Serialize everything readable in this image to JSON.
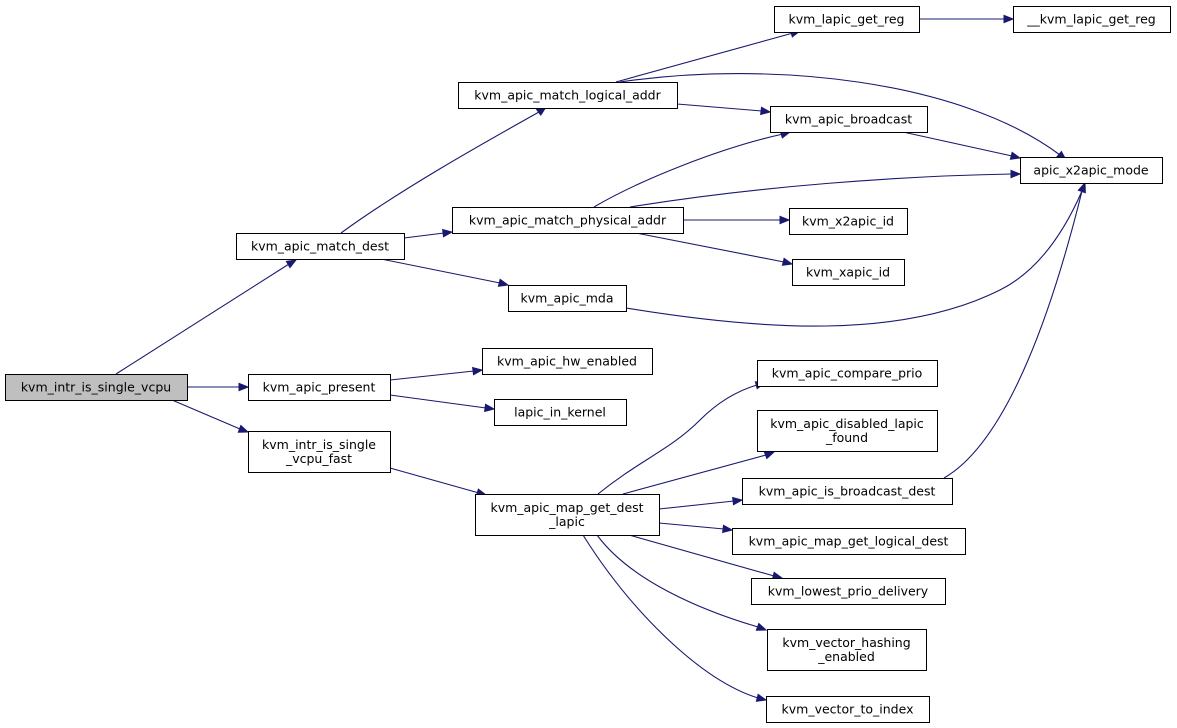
{
  "diagram": {
    "type": "call-graph",
    "root": "kvm_intr_is_single_vcpu",
    "colors": {
      "edge": "#191970",
      "node_fill": "#ffffff",
      "root_fill": "#bfbfbf",
      "node_border": "#000000"
    },
    "nodes": [
      {
        "id": "root",
        "lines": [
          "kvm_intr_is_single_vcpu"
        ],
        "root": true
      },
      {
        "id": "match_dest",
        "lines": [
          "kvm_apic_match_dest"
        ]
      },
      {
        "id": "present",
        "lines": [
          "kvm_apic_present"
        ]
      },
      {
        "id": "single_fast",
        "lines": [
          "kvm_intr_is_single",
          "_vcpu_fast"
        ]
      },
      {
        "id": "match_logical",
        "lines": [
          "kvm_apic_match_logical_addr"
        ]
      },
      {
        "id": "match_physical",
        "lines": [
          "kvm_apic_match_physical_addr"
        ]
      },
      {
        "id": "mda",
        "lines": [
          "kvm_apic_mda"
        ]
      },
      {
        "id": "hw_enabled",
        "lines": [
          "kvm_apic_hw_enabled"
        ]
      },
      {
        "id": "lapic_in_kernel",
        "lines": [
          "lapic_in_kernel"
        ]
      },
      {
        "id": "map_get_dest",
        "lines": [
          "kvm_apic_map_get_dest",
          "_lapic"
        ]
      },
      {
        "id": "lapic_get_reg",
        "lines": [
          "kvm_lapic_get_reg"
        ]
      },
      {
        "id": "__lapic_get_reg",
        "lines": [
          "__kvm_lapic_get_reg"
        ]
      },
      {
        "id": "broadcast",
        "lines": [
          "kvm_apic_broadcast"
        ]
      },
      {
        "id": "x2apic_mode",
        "lines": [
          "apic_x2apic_mode"
        ]
      },
      {
        "id": "x2apic_id",
        "lines": [
          "kvm_x2apic_id"
        ]
      },
      {
        "id": "xapic_id",
        "lines": [
          "kvm_xapic_id"
        ]
      },
      {
        "id": "compare_prio",
        "lines": [
          "kvm_apic_compare_prio"
        ]
      },
      {
        "id": "disabled_lapic",
        "lines": [
          "kvm_apic_disabled_lapic",
          "_found"
        ]
      },
      {
        "id": "is_broadcast_dest",
        "lines": [
          "kvm_apic_is_broadcast_dest"
        ]
      },
      {
        "id": "map_logical_dest",
        "lines": [
          "kvm_apic_map_get_logical_dest"
        ]
      },
      {
        "id": "lowest_prio",
        "lines": [
          "kvm_lowest_prio_delivery"
        ]
      },
      {
        "id": "hashing_enabled",
        "lines": [
          "kvm_vector_hashing",
          "_enabled"
        ]
      },
      {
        "id": "vector_to_index",
        "lines": [
          "kvm_vector_to_index"
        ]
      }
    ],
    "edges": [
      {
        "from": "root",
        "to": "match_dest"
      },
      {
        "from": "root",
        "to": "present"
      },
      {
        "from": "root",
        "to": "single_fast"
      },
      {
        "from": "match_dest",
        "to": "match_logical"
      },
      {
        "from": "match_dest",
        "to": "match_physical"
      },
      {
        "from": "match_dest",
        "to": "mda"
      },
      {
        "from": "match_logical",
        "to": "lapic_get_reg"
      },
      {
        "from": "match_logical",
        "to": "broadcast"
      },
      {
        "from": "match_logical",
        "to": "x2apic_mode"
      },
      {
        "from": "lapic_get_reg",
        "to": "__lapic_get_reg"
      },
      {
        "from": "broadcast",
        "to": "x2apic_mode"
      },
      {
        "from": "match_physical",
        "to": "broadcast"
      },
      {
        "from": "match_physical",
        "to": "x2apic_mode"
      },
      {
        "from": "match_physical",
        "to": "x2apic_id"
      },
      {
        "from": "match_physical",
        "to": "xapic_id"
      },
      {
        "from": "mda",
        "to": "x2apic_mode"
      },
      {
        "from": "present",
        "to": "hw_enabled"
      },
      {
        "from": "present",
        "to": "lapic_in_kernel"
      },
      {
        "from": "single_fast",
        "to": "map_get_dest"
      },
      {
        "from": "map_get_dest",
        "to": "compare_prio"
      },
      {
        "from": "map_get_dest",
        "to": "disabled_lapic"
      },
      {
        "from": "map_get_dest",
        "to": "is_broadcast_dest"
      },
      {
        "from": "map_get_dest",
        "to": "map_logical_dest"
      },
      {
        "from": "map_get_dest",
        "to": "lowest_prio"
      },
      {
        "from": "map_get_dest",
        "to": "hashing_enabled"
      },
      {
        "from": "map_get_dest",
        "to": "vector_to_index"
      },
      {
        "from": "is_broadcast_dest",
        "to": "x2apic_mode"
      }
    ]
  }
}
